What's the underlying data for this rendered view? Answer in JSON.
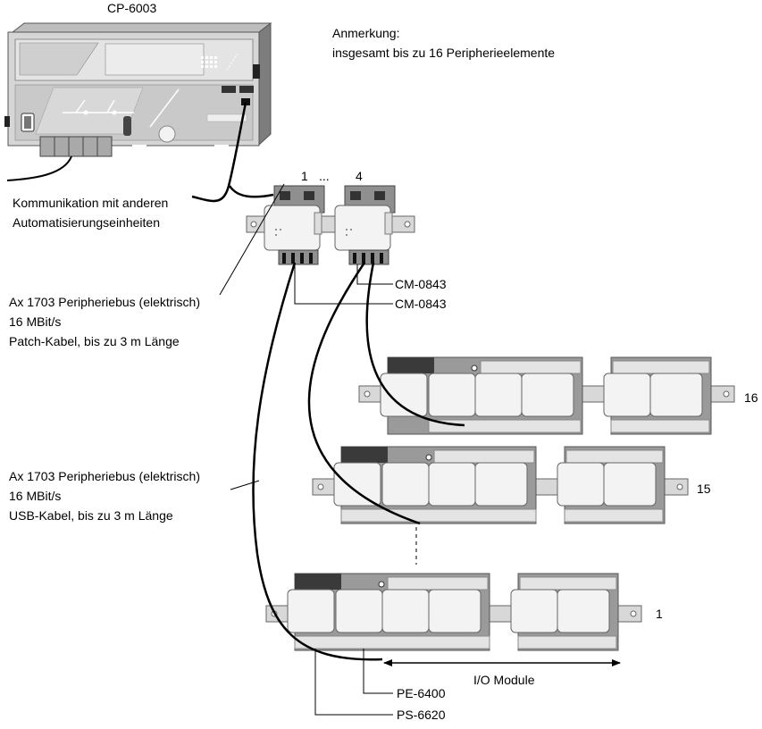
{
  "cpu": {
    "title": "CP-6003"
  },
  "note": {
    "heading": "Anmerkung:",
    "body": "insgesamt bis zu 16 Peripherieelemente"
  },
  "communication": {
    "line1": "Kommunikation mit anderen",
    "line2": "Automatisierungseinheiten"
  },
  "cm_range": {
    "start": "1",
    "ellipsis": "...",
    "end": "4"
  },
  "cm_labels": {
    "upper": "CM-0843",
    "lower": "CM-0843"
  },
  "patch_bus": {
    "line1": "Ax 1703 Peripheriebus (elektrisch)",
    "line2": "16 MBit/s",
    "line3": "Patch-Kabel, bis zu 3 m Länge"
  },
  "usb_bus": {
    "line1": "Ax 1703 Peripheriebus (elektrisch)",
    "line2": "16 MBit/s",
    "line3": "USB-Kabel, bis zu 3 m Länge"
  },
  "racks": {
    "top": "16",
    "middle": "15",
    "bottom": "1"
  },
  "io_modules": "I/O Module",
  "pe": "PE-6400",
  "ps": "PS-6620"
}
